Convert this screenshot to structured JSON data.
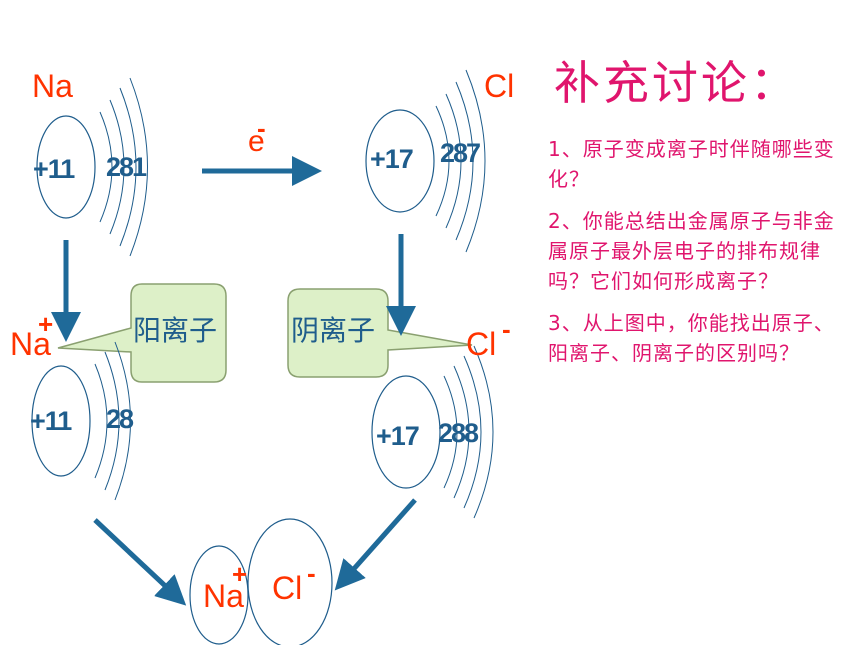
{
  "na_atom": {
    "symbol": "Na",
    "nucleus": "+11",
    "shells": "281"
  },
  "cl_atom": {
    "symbol": "Cl",
    "nucleus": "+17",
    "shells": "287"
  },
  "electron": {
    "symbol": "e",
    "sign": "-"
  },
  "na_ion": {
    "symbol": "Na",
    "charge": "+",
    "nucleus": "+11",
    "shells": "28",
    "callout": "阳离子"
  },
  "cl_ion": {
    "symbol": "Cl",
    "charge": "-",
    "nucleus": "+17",
    "shells": "288",
    "callout": "阴离子"
  },
  "product": {
    "cation": "Na",
    "cation_charge": "+",
    "anion": "Cl",
    "anion_charge": "-"
  },
  "sidebar": {
    "title": "补充讨论：",
    "questions": [
      "1、原子变成离子时伴随哪些变化？",
      "2、你能总结出金属原子与非金属原子最外层电子的排布规律吗？它们如何形成离子？",
      "3、从上图中，你能找出原子、阳离子、阴离子的区别吗？"
    ]
  },
  "colors": {
    "arrow": "#1f6a99",
    "label_red": "#ff3300",
    "callout_fill": "#ddf0c8",
    "sidebar_text": "#e0156d"
  }
}
